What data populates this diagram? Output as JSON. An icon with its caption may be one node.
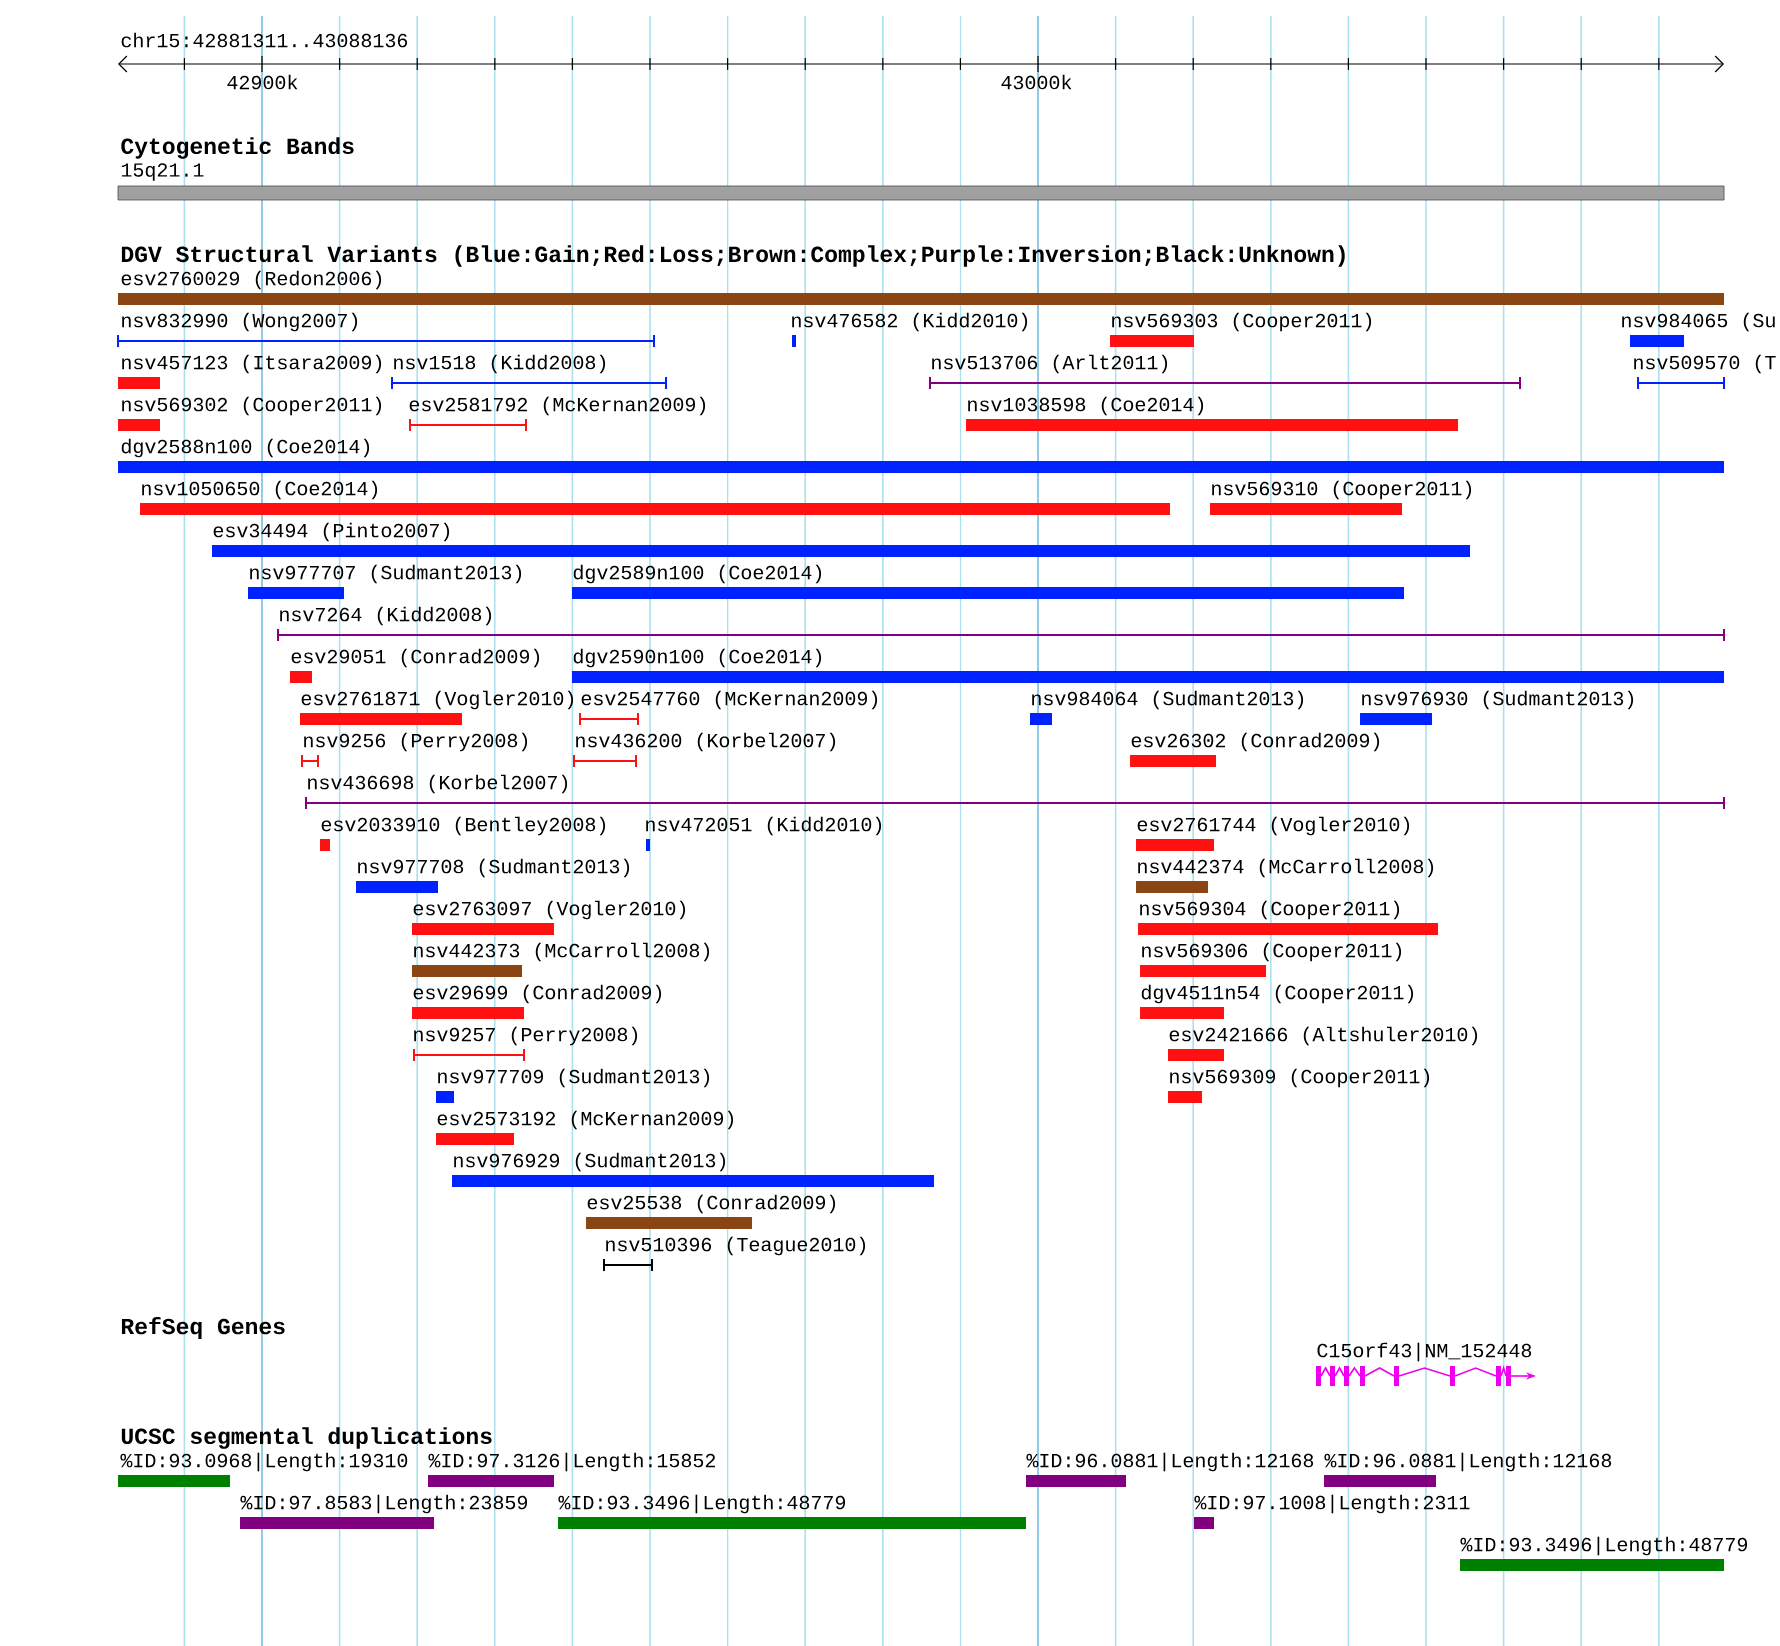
{
  "diagram": {
    "labels": [
      "chr15:42881311..43088136",
      "42900k",
      "43000k",
      "Cytogenetic Bands",
      "15q21.1",
      "DGV Structural Variants (Blue:Gain;Red:Loss;Brown:Complex;Purple:Inversion;Black:Unknown)",
      "esv2760029 (Redon2006)",
      "nsv832990 (Wong2007)",
      "nsv476582 (Kidd2010)",
      "nsv569303 (Cooper2011)",
      "nsv984065 (Su",
      "nsv457123 (Itsara2009)",
      "nsv1518 (Kidd2008)",
      "nsv513706 (Arlt2011)",
      "nsv509570 (T",
      "nsv569302 (Cooper2011)",
      "esv2581792 (McKernan2009)",
      "nsv1038598 (Coe2014)",
      "dgv2588n100 (Coe2014)",
      "nsv1050650 (Coe2014)",
      "nsv569310 (Cooper2011)",
      "esv34494 (Pinto2007)",
      "nsv977707 (Sudmant2013)",
      "dgv2589n100 (Coe2014)",
      "nsv7264 (Kidd2008)",
      "esv29051 (Conrad2009)",
      "dgv2590n100 (Coe2014)",
      "esv2761871 (Vogler2010)",
      "esv2547760 (McKernan2009)",
      "nsv984064 (Sudmant2013)",
      "nsv976930 (Sudmant2013)",
      "nsv9256 (Perry2008)",
      "nsv436200 (Korbel2007)",
      "esv26302 (Conrad2009)",
      "nsv436698 (Korbel2007)",
      "esv2033910 (Bentley2008)",
      "nsv472051 (Kidd2010)",
      "esv2761744 (Vogler2010)",
      "nsv977708 (Sudmant2013)",
      "nsv442374 (McCarroll2008)",
      "esv2763097 (Vogler2010)",
      "nsv569304 (Cooper2011)",
      "nsv442373 (McCarroll2008)",
      "nsv569306 (Cooper2011)",
      "esv29699 (Conrad2009)",
      "dgv4511n54 (Cooper2011)",
      "nsv9257 (Perry2008)",
      "esv2421666 (Altshuler2010)",
      "nsv977709 (Sudmant2013)",
      "nsv569309 (Cooper2011)",
      "esv2573192 (McKernan2009)",
      "nsv976929 (Sudmant2013)",
      "esv25538 (Conrad2009)",
      "nsv510396 (Teague2010)",
      "RefSeq Genes",
      "C15orf43|NM_152448",
      "UCSC segmental duplications",
      "%ID:93.0968|Length:19310",
      "%ID:97.3126|Length:15852",
      "%ID:96.0881|Length:12168",
      "%ID:96.0881|Length:12168",
      "%ID:97.8583|Length:23859",
      "%ID:93.3496|Length:48779",
      "%ID:97.1008|Length:2311",
      "%ID:93.3496|Length:48779"
    ]
  }
}
